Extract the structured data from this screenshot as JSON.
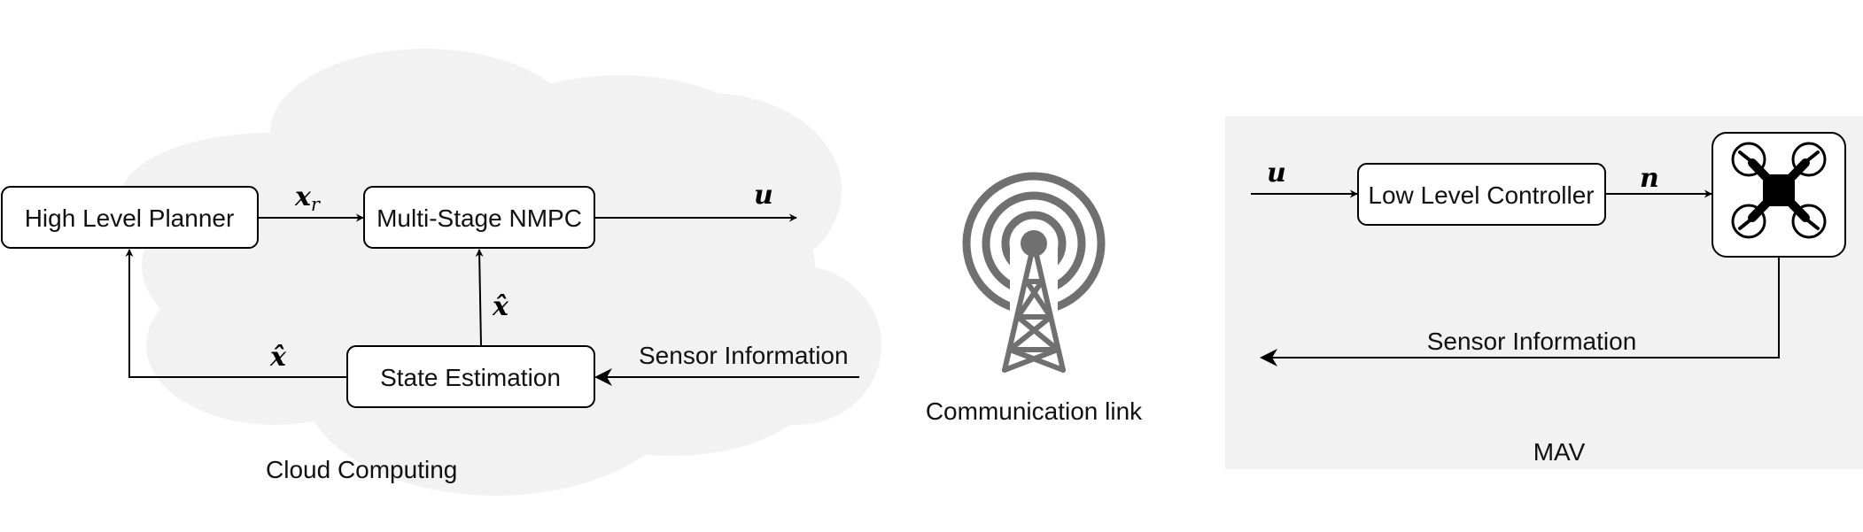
{
  "colors": {
    "cloud_fill": "#f2f2f2",
    "mav_fill": "#f2f2f2",
    "tower_gray": "#707070",
    "stroke": "#000000"
  },
  "cloud": {
    "label": "Cloud Computing",
    "high_level_planner": "High Level Planner",
    "nmpc": "Multi-Stage NMPC",
    "state_estimation": "State Estimation",
    "sensor_info": "Sensor Information",
    "sym_xr_main": "x",
    "sym_xr_sub": "r",
    "sym_u": "u",
    "sym_xhat_up": "x̂",
    "sym_xhat_left": "x̂"
  },
  "comm": {
    "label": "Communication link",
    "icon": "antenna-tower-icon"
  },
  "mav": {
    "label": "MAV",
    "low_level_controller": "Low Level Controller",
    "sensor_info": "Sensor Information",
    "sym_u": "u",
    "sym_n": "n",
    "icon": "quadcopter-icon"
  }
}
